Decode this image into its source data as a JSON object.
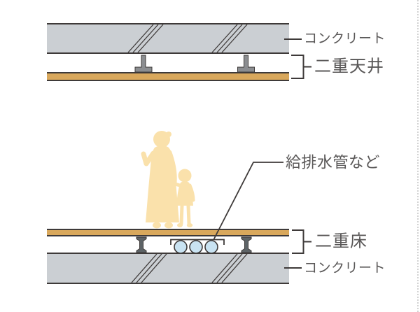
{
  "diagram": {
    "upper_section": {
      "concrete_label": "コンクリート",
      "ceiling_label": "二重天井"
    },
    "lower_section": {
      "pipes_label": "給排水管など",
      "floor_label": "二重床",
      "concrete_label": "コンクリート",
      "pipe_count": 3
    }
  },
  "colors": {
    "concrete": "#CBCFD3",
    "wood": "#D9A85C",
    "pipe": "#C9E3F2",
    "figure": "#FAE1AB",
    "outline": "#3E3A39",
    "text": "#595757",
    "hanger": "#8B8D90",
    "support": "#5D6366",
    "edge": "#C9C9C9"
  }
}
